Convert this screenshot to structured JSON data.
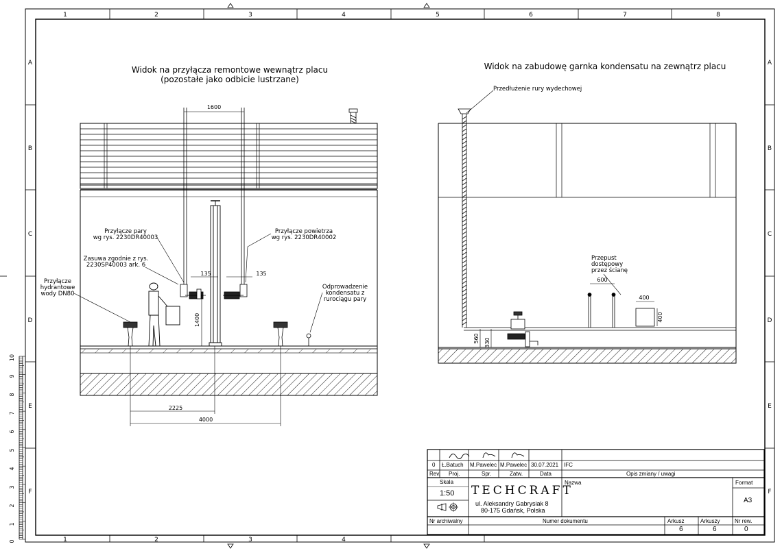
{
  "frame": {
    "columns": [
      "1",
      "2",
      "3",
      "4",
      "5",
      "6",
      "7",
      "8"
    ],
    "rows": [
      "A",
      "B",
      "C",
      "D",
      "E",
      "F"
    ],
    "ruler_labels": [
      "10",
      "9",
      "8",
      "7",
      "6",
      "5",
      "4",
      "3",
      "2",
      "1",
      "0"
    ]
  },
  "left_view": {
    "title_line1": "Widok na przyłącza remontowe wewnątrz placu",
    "title_line2": "(pozostałe jako odbicie lustrzane)",
    "dim_top": "1600",
    "dim_135_left": "135",
    "dim_135_right": "135",
    "dim_1400": "1400",
    "dim_2225": "2225",
    "dim_4000": "4000",
    "label_steam_1": "Przyłącze pary",
    "label_steam_2": "wg rys. 2230DR40003",
    "label_air_1": "Przyłącze powietrza",
    "label_air_2": "wg rys. 2230DR40002",
    "label_valve_1": "Zasuwa zgodnie z rys.",
    "label_valve_2": "2230SP40003 ark. 6",
    "label_hydrant_1": "Przyłącze",
    "label_hydrant_2": "hydrantowe",
    "label_hydrant_3": "wody DN80",
    "label_cond_1": "Odprowadzenie",
    "label_cond_2": "kondensatu z",
    "label_cond_3": "rurociągu pary"
  },
  "right_view": {
    "title": "Widok na zabudowę garnka kondensatu na zewnątrz placu",
    "label_exhaust": "Przedłużenie rury wydechowej",
    "label_pass_1": "Przepust",
    "label_pass_2": "dostępowy",
    "label_pass_3": "przez ścianę",
    "dim_600": "600",
    "dim_400_h": "400",
    "dim_400_v": "400",
    "dim_560": "560",
    "dim_330": "330"
  },
  "title_block": {
    "rev": "0",
    "proj": "Ł.Batuch",
    "spr": "M.Pawelec",
    "zatw": "M.Pawelec",
    "date": "30.07.2021",
    "status": "IFC",
    "h_rev": "Rev.",
    "h_proj": "Proj.",
    "h_spr": "Spr.",
    "h_zatw": "Zatw.",
    "h_data": "Data",
    "h_opis": "Opis zmiany / uwagi",
    "h_skala": "Skala",
    "scale": "1:50",
    "logo": "TECHCRAFT",
    "addr1": "ul. Aleksandry Gabrysiak 8",
    "addr2": "80-175 Gdańsk, Polska",
    "h_nazwa": "Nazwa",
    "h_format": "Format",
    "format": "A3",
    "h_archiwalny": "Nr archiwalny",
    "h_numer": "Numer dokumentu",
    "h_arkusz": "Arkusz",
    "h_arkuszy": "Arkuszy",
    "h_nrrew": "Nr rew.",
    "arkusz": "6",
    "arkuszy": "6",
    "nrrew": "0"
  }
}
